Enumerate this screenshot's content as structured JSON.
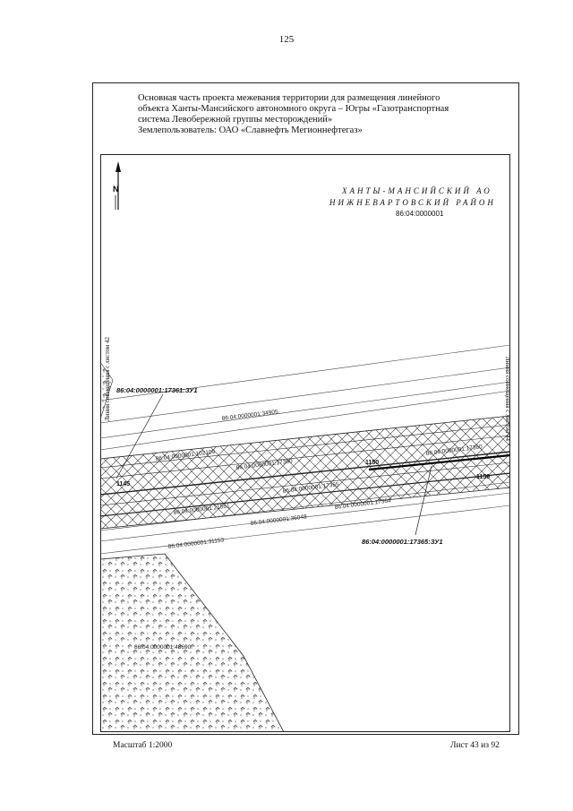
{
  "page_number": "125",
  "header": {
    "line1": "Основная часть проекта межевания территории для размещения линейного",
    "line2": "объекта Ханты-Мансийского автономного округа – Югры «Газотранспортная",
    "line3": "система Левобережной группы месторождений»",
    "line4": "Землепользователь: ОАО «Славнефть Мегионнефтегаз»"
  },
  "map": {
    "north_label": "N",
    "region_line1": "ХАНТЫ-МАНСИЙСКИЙ АО",
    "region_line2": "НИЖНЕВАРТОВСКИЙ РАЙОН",
    "region_code": "86:04:0000001",
    "side_left": "Линия совмещения с листом 42",
    "side_right": "Линия совмещения с листом 44",
    "zu_top": "86:04:0000001:17361:ЗУ1",
    "zu_bottom": "86:04:0000001:17365:ЗУ1",
    "parcels": {
      "p34905": "86:04:0000001:34905",
      "p102109": "86:04:0000001:102109",
      "p17360a": "86:04:0000001:17360",
      "p17360b": "86:04:0000001:17360",
      "p17365": "86:04:0000001:17365",
      "p21561": "86:04:0000001:21561",
      "p17364": "86:04:0000001:17364",
      "p36048": "86:04:0000001:36048",
      "p31153": "86:04:0000001:31153",
      "p48690": "86:04:0000001:48690"
    },
    "points": {
      "p1145": "1145",
      "p1150": "1150",
      "p1159": "1159"
    }
  },
  "footer": {
    "scale": "Масштаб 1:2000",
    "sheet": "Лист 43 из 92"
  }
}
